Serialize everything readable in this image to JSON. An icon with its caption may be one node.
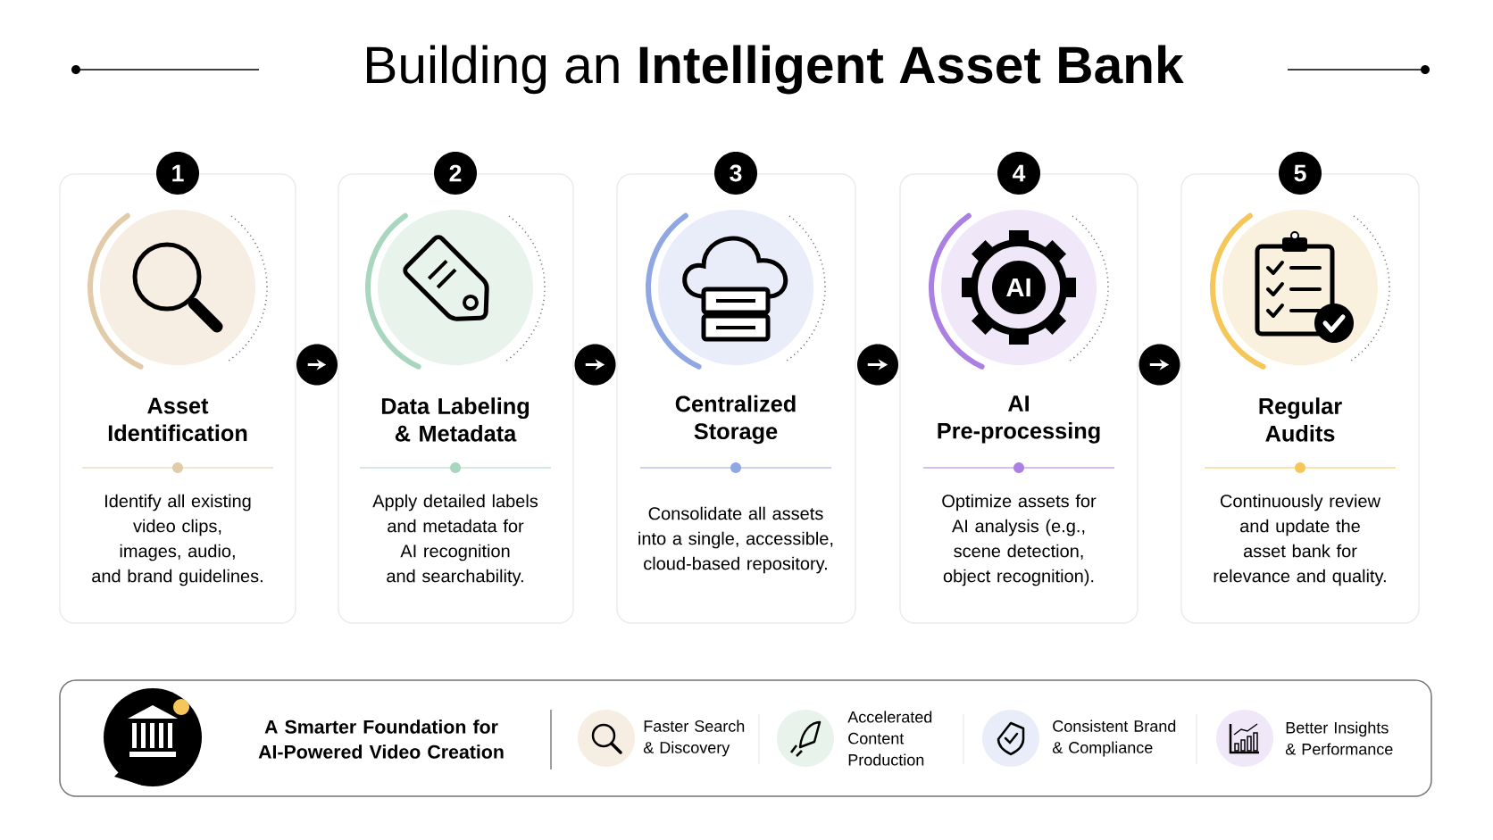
{
  "diagram": {
    "title": "Building an **Intelligent Asset Bank**",
    "nodes": [
      {
        "text": [
          "1",
          "Asset Identification",
          "Identify all existing video clips, images, audio, and brand guidelines."
        ]
      },
      {
        "text": [
          "2",
          "Data Labeling & Metadata",
          "Apply detailed labels and metadata for AI recognition and searchability."
        ]
      },
      {
        "text": [
          "3",
          "Centralized Storage",
          "Consolidate all assets into a single, accessible, cloud-based repository."
        ]
      },
      {
        "text": [
          "4",
          "AI Pre-processing",
          "Optimize assets for AI analysis (e.g., scene detection, object recognition)."
        ]
      },
      {
        "text": [
          "5",
          "Regular Audits",
          "Continuously review and update the asset bank for relevance and quality."
        ]
      },
      {
        "text": [
          "A Smarter Foundation for AI-Powered Video Creation"
        ]
      }
    ],
    "edges": [
      {
        "from": 0,
        "to": 1,
        "arrow": "to"
      },
      {
        "from": 1,
        "to": 2,
        "arrow": "to"
      },
      {
        "from": 2,
        "to": 3,
        "arrow": "to"
      },
      {
        "from": 3,
        "to": 4,
        "arrow": "to"
      }
    ],
    "labels": [
      "AI",
      "Faster Search & Discovery",
      "Accelerated Content Production",
      "Consistent Brand & Compliance",
      "Better Insights & Performance"
    ]
  }
}
